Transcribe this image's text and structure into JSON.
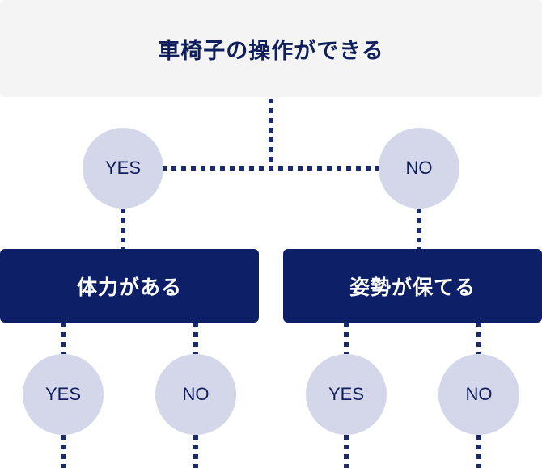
{
  "root": {
    "label": "車椅子の操作ができる"
  },
  "level1": {
    "yes": "YES",
    "no": "NO"
  },
  "level2": {
    "left": {
      "label": "体力がある",
      "yes": "YES",
      "no": "NO"
    },
    "right": {
      "label": "姿勢が保てる",
      "yes": "YES",
      "no": "NO"
    }
  },
  "colors": {
    "root_bg": "#f4f4f5",
    "dark_box": "#0d1f66",
    "circle": "#d3d7e9",
    "connector": "#1a2a6c",
    "text_dark": "#0f1f5c"
  }
}
